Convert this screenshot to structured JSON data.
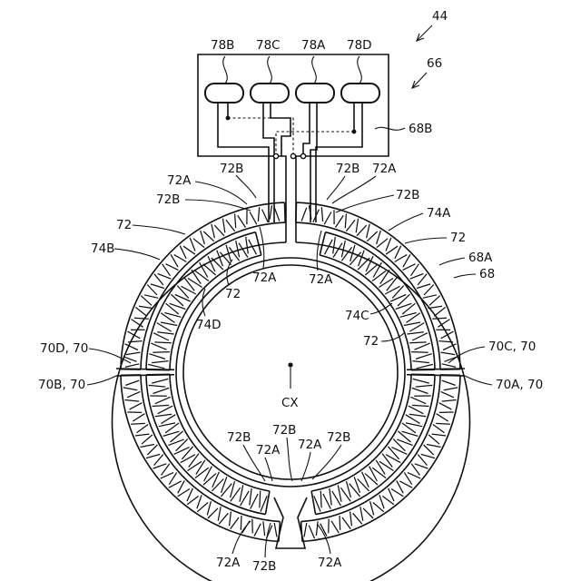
{
  "labels": {
    "l44": "44",
    "l66": "66",
    "pad_78B": "78B",
    "pad_78C": "78C",
    "pad_78A": "78A",
    "pad_78D": "78D",
    "l68B": "68B",
    "l72B_ul": "72B",
    "l72A_ul": "72A",
    "l72B_ul2": "72B",
    "l72B_ur": "72B",
    "l72A_ur": "72A",
    "l72B_ur2": "72B",
    "l74A": "74A",
    "l72_left": "72",
    "l72_right": "72",
    "l74B": "74B",
    "l68A": "68A",
    "l68": "68",
    "l72A_cl": "72A",
    "l72A_cr": "72A",
    "l72_inner_l": "72",
    "l74D": "74D",
    "l74C": "74C",
    "l72_inner_r": "72",
    "l70D": "70D, 70",
    "l70C": "70C, 70",
    "l70B": "70B, 70",
    "l70A": "70A, 70",
    "lCX": "CX",
    "l72B_bl": "72B",
    "l72A_bl": "72A",
    "l72B_bc": "72B",
    "l72A_bc": "72A",
    "l72B_br": "72B",
    "l72A_bot_l": "72A",
    "l72B_bot_l": "72B",
    "l72A_bot_r": "72A"
  }
}
